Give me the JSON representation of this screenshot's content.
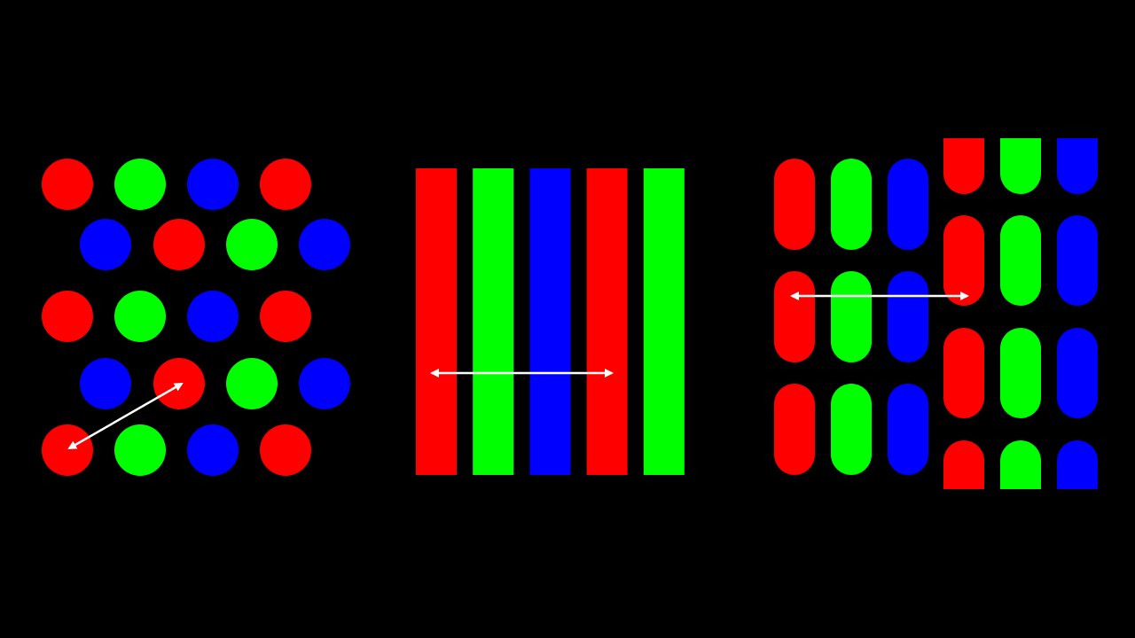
{
  "background": "#000000",
  "colors": {
    "R": "#ff0000",
    "G": "#00ff00",
    "B": "#0000ff",
    "arrow": "#ffffff"
  },
  "panels": [
    {
      "id": "delta",
      "shape": "circle",
      "rows": [
        [
          "R",
          "G",
          "B",
          "R"
        ],
        [
          "B",
          "R",
          "G",
          "B"
        ],
        [
          "R",
          "G",
          "B",
          "R"
        ],
        [
          "B",
          "R",
          "G",
          "B"
        ],
        [
          "R",
          "G",
          "B",
          "R"
        ]
      ],
      "arrow": "diagonal-pitch"
    },
    {
      "id": "stripe",
      "shape": "vertical-bar",
      "columns": [
        "R",
        "G",
        "B",
        "R",
        "G"
      ],
      "arrow": "horizontal-pitch"
    },
    {
      "id": "slotted",
      "shape": "rounded-slot",
      "columns_offset_a": [
        "R",
        "G",
        "B"
      ],
      "columns_offset_b": [
        "R",
        "G",
        "B"
      ],
      "arrow": "horizontal-pitch"
    }
  ]
}
